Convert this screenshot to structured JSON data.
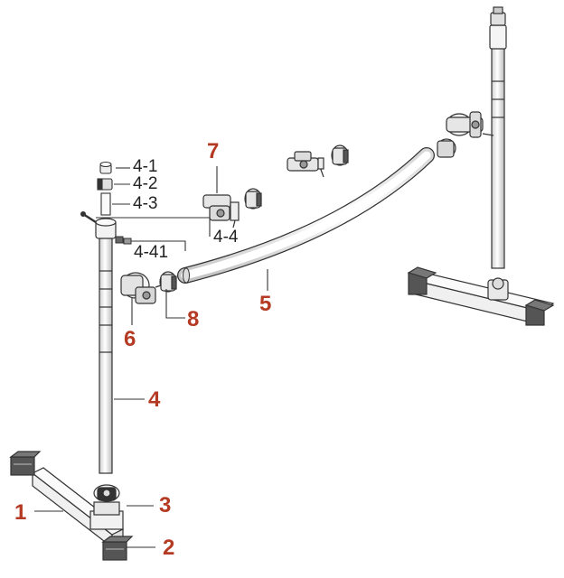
{
  "diagram": {
    "labels": {
      "part_1": "1",
      "part_2": "2",
      "part_3": "3",
      "part_4": "4",
      "part_4_1": "4-1",
      "part_4_2": "4-2",
      "part_4_3": "4-3",
      "part_4_4": "4-4",
      "part_4_41": "4-41",
      "part_5": "5",
      "part_6": "6",
      "part_7": "7",
      "part_8": "8"
    },
    "colors": {
      "main_number": "#b43a23",
      "sub_number": "#222222",
      "line": "#333333",
      "part_fill": "#ededed",
      "foot_fill": "#555555"
    }
  }
}
